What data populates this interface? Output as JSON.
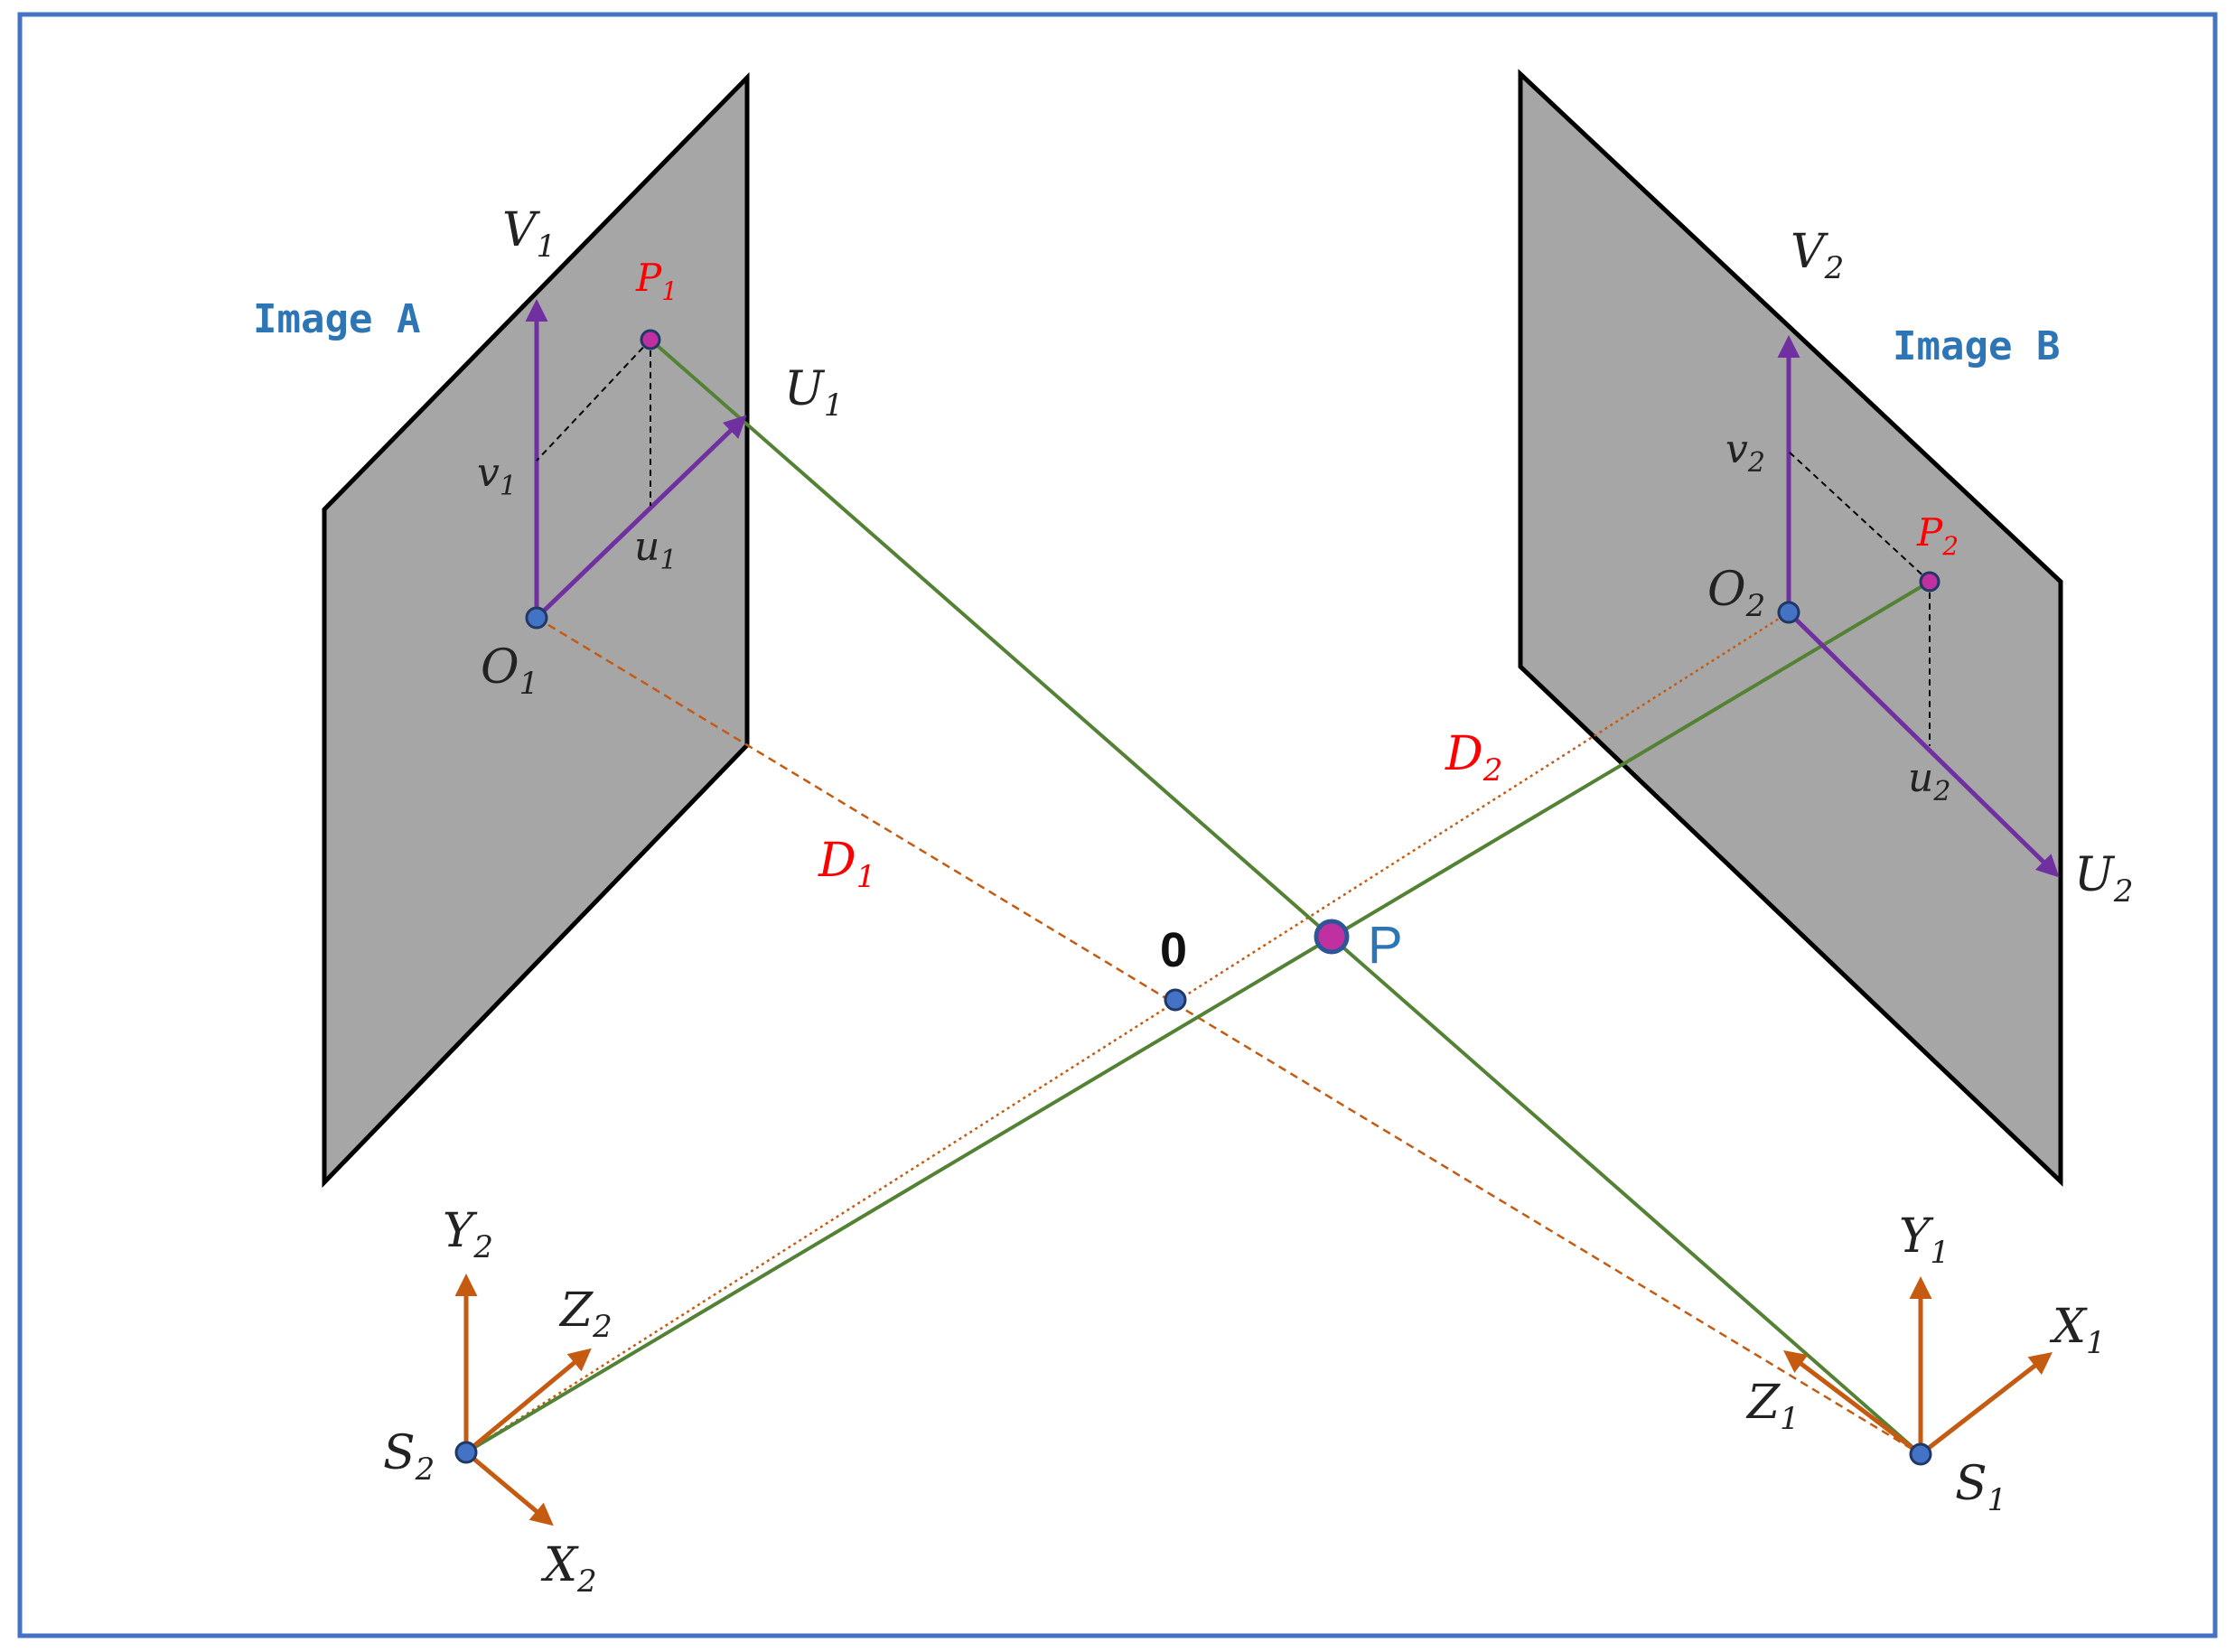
{
  "colors": {
    "frame": "#4472c4",
    "plane_fill": "#a6a6a6",
    "plane_stroke": "#000000",
    "uv_axis": "#7030a0",
    "ray": "#548235",
    "distance_line": "#c55a11",
    "world_axis": "#c55a11",
    "point_fill": "#4472c4",
    "image_point_fill": "#c030a0",
    "red_label": "#ff0000",
    "blue_label": "#2e75b6",
    "black_label": "#222222"
  },
  "image_a": {
    "title": "Image A",
    "v_axis": {
      "letter": "V",
      "index": "1"
    },
    "u_axis": {
      "letter": "U",
      "index": "1"
    },
    "v_coord": {
      "letter": "v",
      "index": "1"
    },
    "u_coord": {
      "letter": "u",
      "index": "1"
    },
    "origin": {
      "letter": "O",
      "index": "1"
    },
    "point": {
      "letter": "P",
      "index": "1"
    }
  },
  "image_b": {
    "title": "Image B",
    "v_axis": {
      "letter": "V",
      "index": "2"
    },
    "u_axis": {
      "letter": "U",
      "index": "2"
    },
    "v_coord": {
      "letter": "v",
      "index": "2"
    },
    "u_coord": {
      "letter": "u",
      "index": "2"
    },
    "origin": {
      "letter": "O",
      "index": "2"
    },
    "point": {
      "letter": "P",
      "index": "2"
    }
  },
  "distances": {
    "d1": {
      "letter": "D",
      "index": "1"
    },
    "d2": {
      "letter": "D",
      "index": "2"
    }
  },
  "world_origin": "0",
  "target_point": "P",
  "source_1": {
    "name": {
      "letter": "S",
      "index": "1"
    },
    "x": {
      "letter": "X",
      "index": "1"
    },
    "y": {
      "letter": "Y",
      "index": "1"
    },
    "z": {
      "letter": "Z",
      "index": "1"
    }
  },
  "source_2": {
    "name": {
      "letter": "S",
      "index": "2"
    },
    "x": {
      "letter": "X",
      "index": "2"
    },
    "y": {
      "letter": "Y",
      "index": "2"
    },
    "z": {
      "letter": "Z",
      "index": "2"
    }
  }
}
